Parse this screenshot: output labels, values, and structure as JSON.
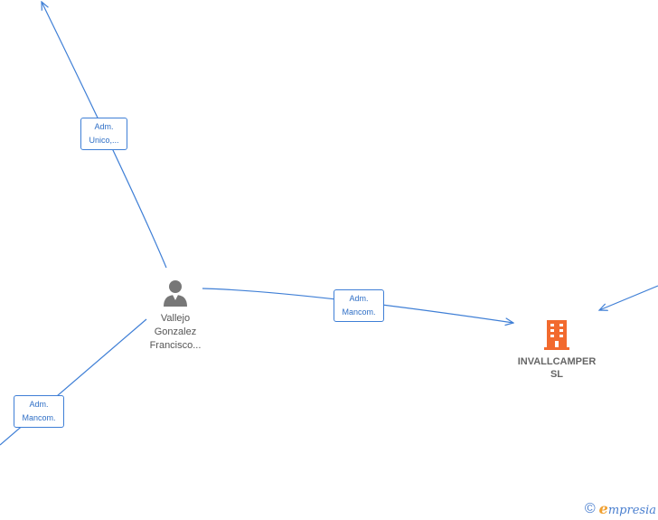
{
  "nodes": {
    "person": {
      "icon": "person-icon",
      "name_lines": [
        "Vallejo",
        "Gonzalez",
        "Francisco..."
      ]
    },
    "company": {
      "icon": "building-icon",
      "name_lines": [
        "INVALLCAMPER",
        "SL"
      ]
    }
  },
  "edges": {
    "top": [
      "Adm.",
      "Unico,..."
    ],
    "company": [
      "Adm.",
      "Mancom."
    ],
    "bottom_left": [
      "Adm.",
      "Mancom."
    ]
  },
  "footer": {
    "copyright_symbol": "©",
    "brand_initial": "e",
    "brand_rest": "mpresia"
  },
  "colors": {
    "edge": "#3f7fd6",
    "person_icon": "#777777",
    "company_icon": "#f26a2e"
  }
}
